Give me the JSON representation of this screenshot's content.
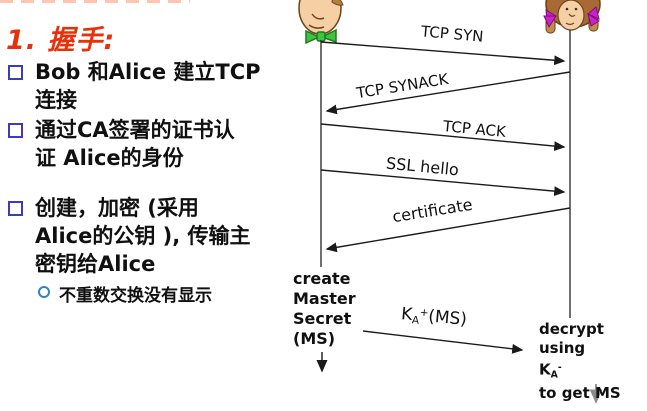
{
  "title": {
    "prefix": "1.",
    "text": "握手:"
  },
  "bullets": [
    {
      "lines": [
        "Bob 和Alice 建立TCP",
        "连接"
      ]
    },
    {
      "lines": [
        "通过CA签署的证书认",
        "证 Alice的身份"
      ]
    },
    {
      "lines": [
        "创建，加密 (采用",
        "Alice的公钥 ), 传输主",
        "密钥给Alice"
      ]
    }
  ],
  "sub_bullet": {
    "text": "不重数交换没有显示"
  },
  "diagram": {
    "messages": [
      {
        "label": "TCP SYN",
        "from": "bob",
        "to": "alice"
      },
      {
        "label": "TCP SYNACK",
        "from": "alice",
        "to": "bob"
      },
      {
        "label": "TCP ACK",
        "from": "bob",
        "to": "alice"
      },
      {
        "label": "SSL hello",
        "from": "bob",
        "to": "alice"
      },
      {
        "label": "certificate",
        "from": "alice",
        "to": "bob"
      }
    ],
    "key_message": {
      "base": "K",
      "sub": "A",
      "sup": "+",
      "suffix": "(MS)"
    },
    "left_note": {
      "lines": [
        "create",
        "Master",
        "Secret",
        "(MS)"
      ]
    },
    "right_note": {
      "line1": "decrypt using",
      "key": {
        "base": "K",
        "sub": "A",
        "sup": "-"
      },
      "line3": "to get MS"
    }
  },
  "colors": {
    "title_red": "#e8310c",
    "bullet_square": "#3b3bbf",
    "sub_bullet_circle": "#2e86c1",
    "line_color": "#1a1a1a",
    "gray_arrow": "#8a8a8a",
    "bob_bow_green": "#3ec43e",
    "alice_bow_magenta": "#cc22cc"
  }
}
